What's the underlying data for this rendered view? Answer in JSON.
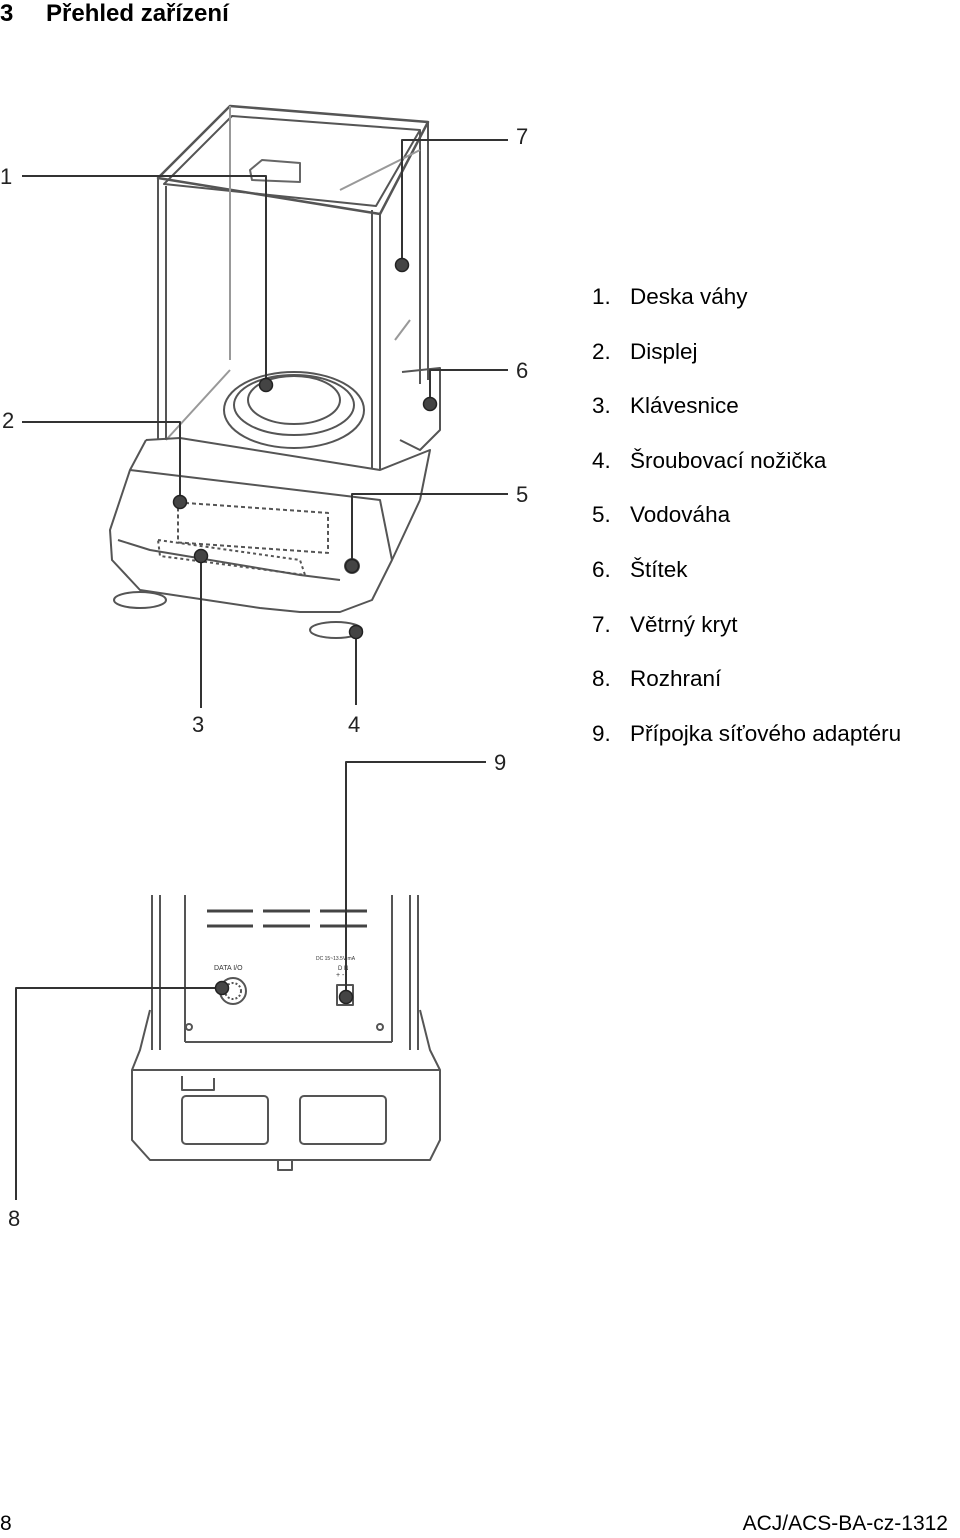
{
  "section": {
    "number": "3",
    "title": "Přehled zařízení"
  },
  "callouts": [
    "1",
    "2",
    "3",
    "4",
    "5",
    "6",
    "7",
    "8",
    "9"
  ],
  "rear_panel": {
    "port_label": "DATA I/O",
    "power_label": "DC 15~13.5V  mA",
    "polarity_a": "D  N",
    "polarity_b": "+  -"
  },
  "legend": [
    {
      "num": "1.",
      "text": "Deska váhy"
    },
    {
      "num": "2.",
      "text": "Displej"
    },
    {
      "num": "3.",
      "text": "Klávesnice"
    },
    {
      "num": "4.",
      "text": "Šroubovací nožička"
    },
    {
      "num": "5.",
      "text": "Vodováha"
    },
    {
      "num": "6.",
      "text": "Štítek"
    },
    {
      "num": "7.",
      "text": "Větrný kryt"
    },
    {
      "num": "8.",
      "text": "Rozhraní"
    },
    {
      "num": "9.",
      "text": "Přípojka síťového adaptéru"
    }
  ],
  "footer": {
    "page": "8",
    "doc_id": "ACJ/ACS-BA-cz-1312"
  }
}
